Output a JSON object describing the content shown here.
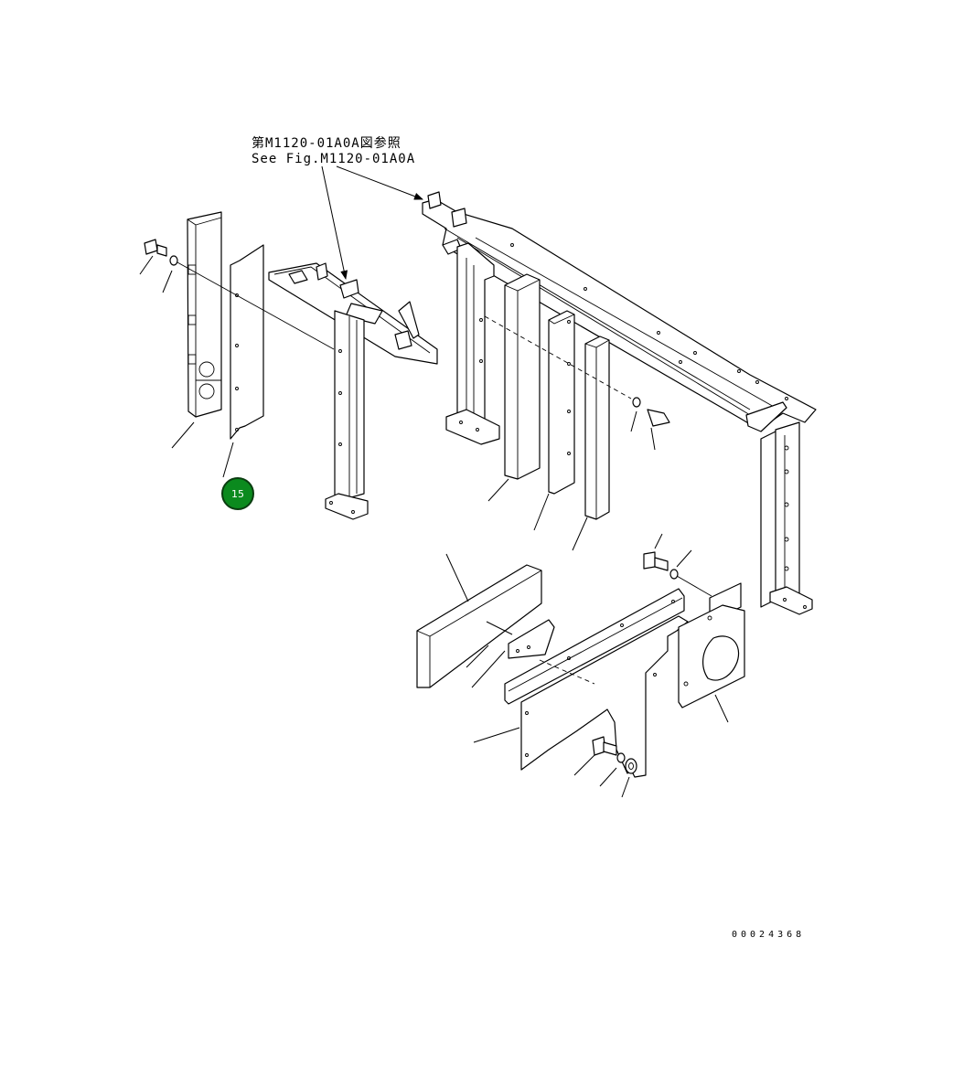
{
  "reference_note": {
    "line1": "第M1120-01A0A図参照",
    "line2": "See Fig.M1120-01A0A"
  },
  "callout": {
    "number": "15",
    "color": "#0b8a1e"
  },
  "drawing_id": "00024368"
}
